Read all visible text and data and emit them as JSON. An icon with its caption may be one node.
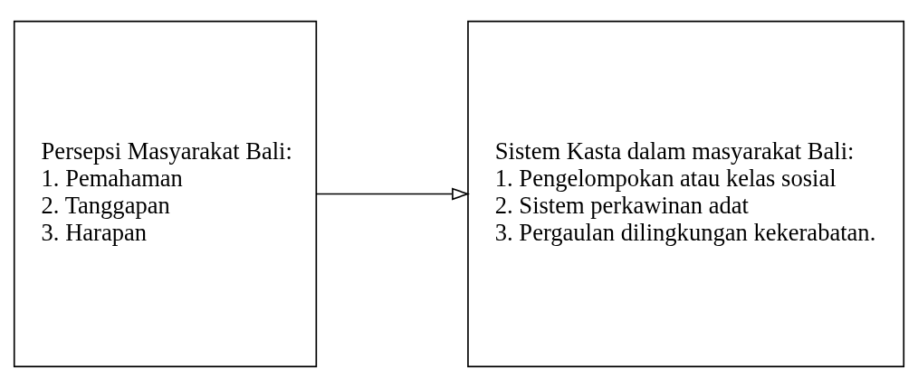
{
  "diagram": {
    "nodes": [
      {
        "text": [
          "Persepsi Masyarakat Bali:",
          "1. Pemahaman",
          "2. Tanggapan",
          "3. Harapan"
        ]
      },
      {
        "text": [
          "Sistem Kasta dalam masyarakat Bali:",
          "1. Pengelompokan atau kelas sosial",
          "2. Sistem perkawinan adat",
          "3. Pergaulan dilingkungan kekerabatan."
        ]
      }
    ],
    "edges": [
      {
        "from": 0,
        "to": 1,
        "arrow": "to"
      }
    ]
  }
}
